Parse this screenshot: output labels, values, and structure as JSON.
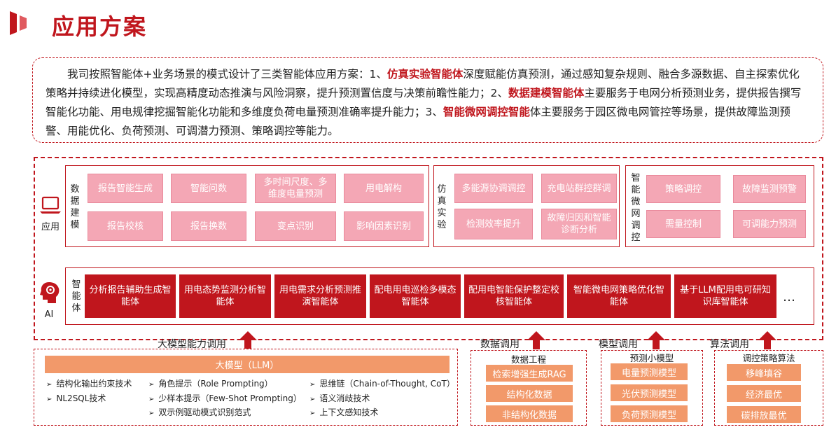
{
  "header": {
    "title": "应用方案"
  },
  "intro": {
    "segments": [
      {
        "text": "我司按照智能体+业务场景的模式设计了三类智能体应用方案：1、",
        "hl": false
      },
      {
        "text": "仿真实验智能体",
        "hl": true
      },
      {
        "text": "深度赋能仿真预测，通过感知复杂规则、融合多源数据、自主探索优化策略并持续进化模型，实现高精度动态推演与风险洞察，提升预测置信度与决策前瞻性能力；2、",
        "hl": false
      },
      {
        "text": "数据建模智能体",
        "hl": true
      },
      {
        "text": "主要服务于电网分析预测业务，提供报告撰写智能化功能、用电规律挖掘智能化功能和多维度负荷电量预测准确率提升能力；3、",
        "hl": false
      },
      {
        "text": "智能微网调控智能",
        "hl": true
      },
      {
        "text": "体主要服务于园区微电网管控等场景，提供故障监测预警、用能优化、负荷预测、可调潜力预测、策略调控等能力。",
        "hl": false
      }
    ]
  },
  "app_layer": {
    "icon_label": "应用",
    "groups": [
      {
        "label": "数据建模",
        "items": [
          "报告智能生成",
          "智能问数",
          "多时间尺度、多维度电量预测",
          "用电解构",
          "报告校核",
          "报告换数",
          "变点识别",
          "影响因素识别"
        ]
      },
      {
        "label": "仿真实验",
        "items": [
          "多能源协调调控",
          "充电站群控群调",
          "检测效率提升",
          "故障归因和智能诊断分析"
        ]
      },
      {
        "label": "智能微网调控",
        "items": [
          "策略调控",
          "故障监测预警",
          "需量控制",
          "可调能力预测"
        ]
      }
    ]
  },
  "ai_layer": {
    "icon_label": "AI",
    "group_label": "智能体",
    "agents": [
      "分析报告辅助生成智能体",
      "用电态势监测分析智能体",
      "用电需求分析预测推演智能体",
      "配电用电巡检多模态智能体",
      "配用电智能保护整定校核智能体",
      "智能微电网策略优化智能体",
      "基于LLM配用电可研知识库智能体"
    ],
    "more": "…"
  },
  "bottom": {
    "llm": {
      "call_label": "大模型能力调用",
      "bar_label": "大模型（LLM）",
      "col1": [
        "结构化输出约束技术",
        "NL2SQL技术"
      ],
      "col2": [
        "角色提示（Role Prompting）",
        "少样本提示（Few-Shot Prompting）",
        "双示例驱动模式识别范式"
      ],
      "col3": [
        "思维链（Chain-of-Thought, CoT）",
        "语义消歧技术",
        "上下文感知技术"
      ]
    },
    "data": {
      "call_label": "数据调用",
      "subtitle": "数据工程",
      "items": [
        "检索增强生成RAG",
        "结构化数据",
        "非结构化数据"
      ]
    },
    "model": {
      "call_label": "模型调用",
      "subtitle": "预测小模型",
      "items": [
        "电量预测模型",
        "光伏预测模型",
        "负荷预测模型"
      ]
    },
    "algo": {
      "call_label": "算法调用",
      "subtitle": "调控策略算法",
      "items": [
        "移峰填谷",
        "经济最优",
        "碳排放最优"
      ]
    }
  },
  "colors": {
    "accent": "#c0161d",
    "pink": "#f4a7b5",
    "orange": "#f2996a"
  }
}
